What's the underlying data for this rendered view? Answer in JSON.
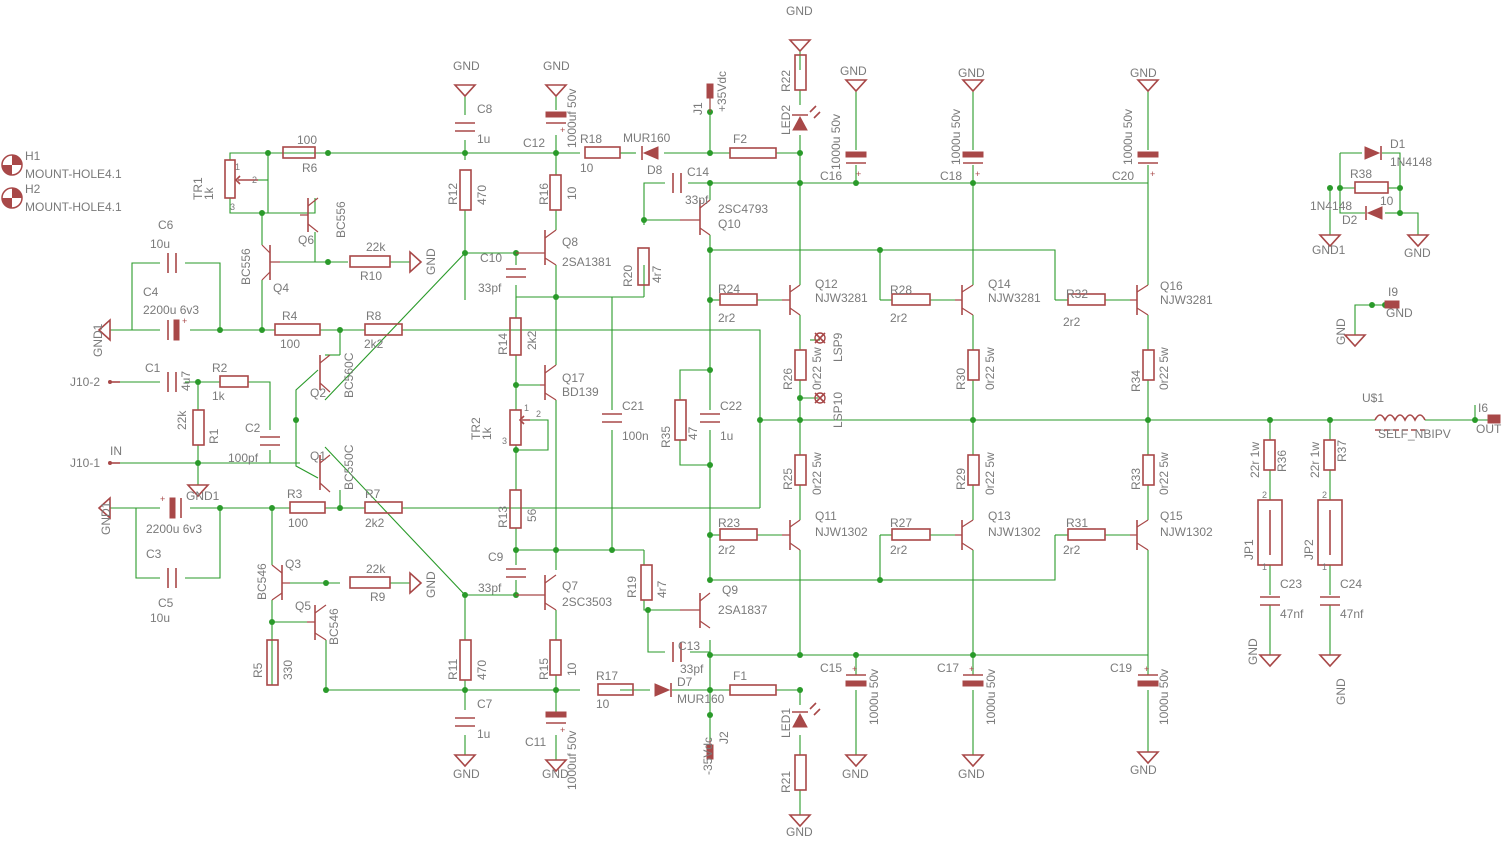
{
  "labels": {
    "h1": "H1",
    "h1v": "MOUNT-HOLE4.1",
    "h2": "H2",
    "h2v": "MOUNT-HOLE4.1",
    "tr1": "TR1",
    "tr1v": "1k",
    "tr1p1": "1",
    "tr1p2": "2",
    "tr1p3": "3",
    "r6v": "100",
    "r6": "R6",
    "q6": "Q6",
    "q6v": "BC556",
    "q4": "Q4",
    "q4v": "BC556",
    "r10v": "22k",
    "r10": "R10",
    "c6": "C6",
    "c6v": "10u",
    "c4": "C4",
    "c4v": "2200u 6v3",
    "gnd1a": "GND1",
    "r4": "R4",
    "r4v": "100",
    "r8": "R8",
    "r8v": "2k2",
    "q2": "Q2",
    "q2v": "BC560C",
    "c1": "C1",
    "c1v": "4u7",
    "j102": "J10-2",
    "r2": "R2",
    "r2v": "1k",
    "r1": "R1",
    "r1v": "22k",
    "c2": "C2",
    "c2v": "100pf",
    "in": "IN",
    "j101": "J10-1",
    "q1": "Q1",
    "q1v": "BC550C",
    "gnd1b": "GND1",
    "gnd1c": "GND1",
    "c3v": "2200u 6v3",
    "c3": "C3",
    "r3": "R3",
    "r3v": "100",
    "r7": "R7",
    "r7v": "2k2",
    "c5": "C5",
    "c5v": "10u",
    "q3": "Q3",
    "q3v": "BC546",
    "q5": "Q5",
    "q5v": "BC546",
    "r9v": "22k",
    "r9": "R9",
    "r5": "R5",
    "r5v": "330",
    "gnd_c8": "GND",
    "c8": "C8",
    "c8v": "1u",
    "r12": "R12",
    "r12v": "470",
    "c10": "C10",
    "c10v": "33pf",
    "r11": "R11",
    "r11v": "470",
    "c7": "C7",
    "c7v": "1u",
    "gnd_c7": "GND",
    "c9": "C9",
    "c9v": "33pf",
    "gnd_c12": "GND",
    "c12": "C12",
    "c12v": "1000uf 50v",
    "r16": "R16",
    "r16v": "10",
    "q8": "Q8",
    "q8v": "2SA1381",
    "r14": "R14",
    "r14v": "2k2",
    "q17": "Q17",
    "q17v": "BD139",
    "tr2": "TR2",
    "tr2v": "1k",
    "tr2p1": "1",
    "tr2p2": "2",
    "tr2p3": "3",
    "r13": "R13",
    "r13v": "56",
    "q7": "Q7",
    "q7v": "2SC3503",
    "r15": "R15",
    "r15v": "10",
    "c11": "C11",
    "c11v": "1000uf 50v",
    "gnd_c11": "GND",
    "r18": "R18",
    "r18v": "10",
    "mur160a": "MUR160",
    "d8": "D8",
    "r17": "R17",
    "r17v": "10",
    "d7": "D7",
    "mur160b": "MUR160",
    "c21": "C21",
    "c21v": "100n",
    "r20": "R20",
    "r20v": "4r7",
    "r19": "R19",
    "r19v": "4r7",
    "c14": "C14",
    "c14v": "33pf",
    "q10": "Q10",
    "q10v": "2SC4793",
    "q9": "Q9",
    "q9v": "2SA1837",
    "c13": "C13",
    "c13v": "33pf",
    "r35": "R35",
    "r35v": "47",
    "c22": "C22",
    "c22v": "1u",
    "j1": "J1",
    "j1v": "+35Vdc",
    "j2": "J2",
    "j2v": "-35Vdc",
    "f2": "F2",
    "f1": "F1",
    "gnd_r22": "GND",
    "r22": "R22",
    "led2": "LED2",
    "led1": "LED1",
    "r21": "R21",
    "gnd_r21": "GND",
    "r24": "R24",
    "r24v": "2r2",
    "q12": "Q12",
    "q12v": "NJW3281",
    "lsp9": "LSP9",
    "r26": "R26",
    "r26v": "0r22 5w",
    "lsp10": "LSP10",
    "r25": "R25",
    "r25v": "0r22 5w",
    "r23": "R23",
    "r23v": "2r2",
    "q11": "Q11",
    "q11v": "NJW1302",
    "r28": "R28",
    "r28v": "2r2",
    "q14": "Q14",
    "q14v": "NJW3281",
    "r30": "R30",
    "r30v": "0r22 5w",
    "r29": "R29",
    "r29v": "0r22 5w",
    "r27": "R27",
    "r27v": "2r2",
    "q13": "Q13",
    "q13v": "NJW1302",
    "r32": "R32",
    "r32v": "2r2",
    "q16": "Q16",
    "q16v": "NJW3281",
    "r34": "R34",
    "r34v": "0r22 5w",
    "r33": "R33",
    "r33v": "0r22 5w",
    "r31": "R31",
    "r31v": "2r2",
    "q15": "Q15",
    "q15v": "NJW1302",
    "gnd_c16": "GND",
    "c16": "C16",
    "c16v": "1000u 50v",
    "gnd_c18": "GND",
    "c18": "C18",
    "c18v": "1000u 50v",
    "gnd_c20": "GND",
    "c20": "C20",
    "c20v": "1000u 50v",
    "c15": "C15",
    "c15v": "1000u 50v",
    "gnd_c15": "GND",
    "c17": "C17",
    "c17v": "1000u 50v",
    "gnd_c17": "GND",
    "c19": "C19",
    "c19v": "1000u 50v",
    "gnd_c19": "GND",
    "d1": "D1",
    "d1v": "1N4148",
    "r38": "R38",
    "r38v": "10",
    "d2": "D2",
    "d2v": "1N4148",
    "gnd1d": "GND1",
    "gnd_r38": "GND",
    "i9": "I9",
    "gnd_i9a": "GND",
    "gnd_i9b": "GND",
    "u1": "U$1",
    "u1v": "SELF_NBIPV",
    "i6": "I6",
    "out": "OUT",
    "r36": "R36",
    "r36v": "22r 1w",
    "r37": "R37",
    "r37v": "22r 1w",
    "jp1": "JP1",
    "jp2": "JP2",
    "c23": "C23",
    "c23v": "47nf",
    "c24": "C24",
    "c24v": "47nf",
    "gnd_c23": "GND",
    "gnd_c24": "GND",
    "p1": "1",
    "p2": "2",
    "p3": "1",
    "p4": "2"
  }
}
